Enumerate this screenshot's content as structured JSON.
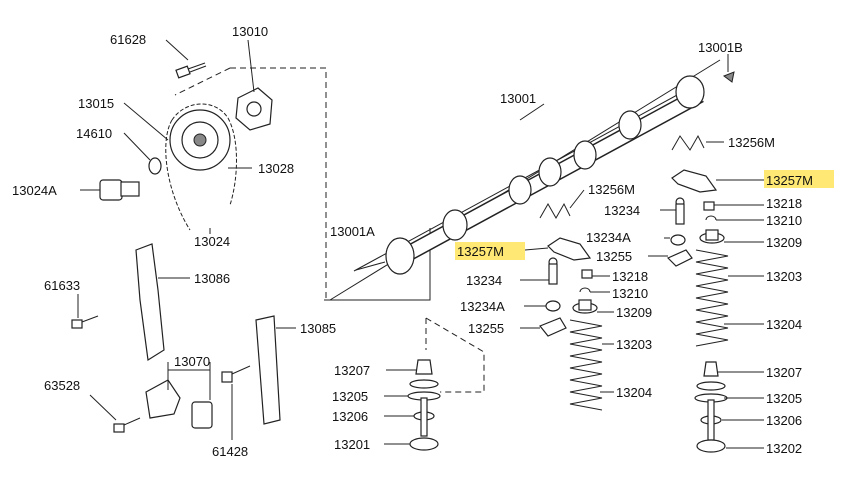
{
  "diagram": {
    "highlight_color": "#ffe873",
    "labels": {
      "l61628": "61628",
      "l13010": "13010",
      "l13015": "13015",
      "l14610": "14610",
      "l13028": "13028",
      "l13024A": "13024A",
      "l13024": "13024",
      "l13086": "13086",
      "l61633": "61633",
      "l13085": "13085",
      "l13070": "13070",
      "l63528": "63528",
      "l61428": "61428",
      "l13001": "13001",
      "l13001B": "13001B",
      "l13001A": "13001A",
      "l13256M_r": "13256M",
      "l13256M_l": "13256M",
      "l13257M_r": "13257M",
      "l13257M_l": "13257M",
      "l13234_r": "13234",
      "l13234_l": "13234",
      "l13218_r": "13218",
      "l13218_l": "13218",
      "l13210_r": "13210",
      "l13210_l": "13210",
      "l13234A_r": "13234A",
      "l13234A_l": "13234A",
      "l13209_r": "13209",
      "l13209_l": "13209",
      "l13255_r": "13255",
      "l13255_l": "13255",
      "l13203_r": "13203",
      "l13203_l": "13203",
      "l13204_r": "13204",
      "l13204_l": "13204",
      "l13207_r": "13207",
      "l13207_l": "13207",
      "l13205_r": "13205",
      "l13205_l": "13205",
      "l13206_r": "13206",
      "l13206_l": "13206",
      "l13202": "13202",
      "l13201": "13201"
    }
  }
}
